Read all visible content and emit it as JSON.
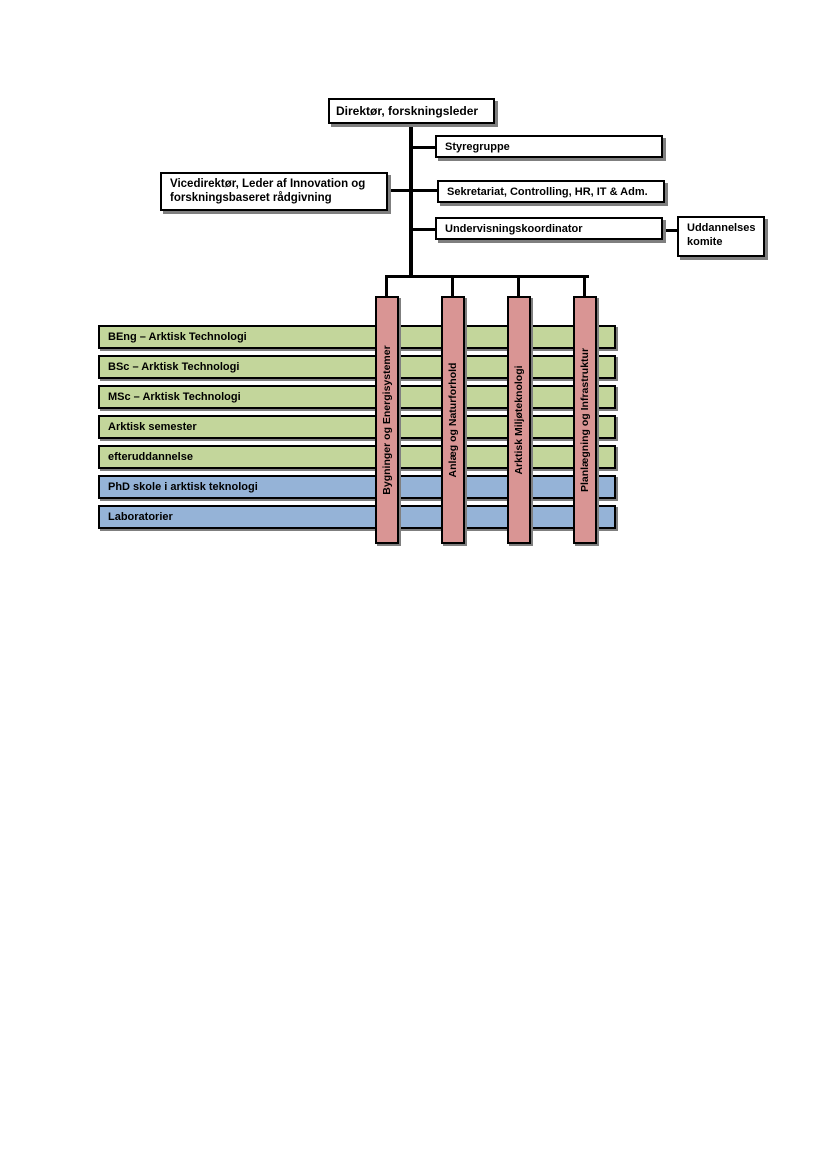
{
  "director": "Direktør, forskningsleder",
  "steering_group": "Styregruppe",
  "vice_director": "Vicedirektør,  Leder af Innovation og forskningsbaseret rådgivning",
  "secretariat": "Sekretariat, Controlling, HR, IT & Adm.",
  "teaching_coordinator": "Undervisningskoordinator",
  "education_committee": "Uddannelses komite",
  "programs": [
    {
      "label": "BEng – Arktisk Technologi",
      "color": "#c3d69b"
    },
    {
      "label": "BSc – Arktisk Technologi",
      "color": "#c3d69b"
    },
    {
      "label": "MSc – Arktisk Technologi",
      "color": "#c3d69b"
    },
    {
      "label": "Arktisk semester",
      "color": "#c3d69b"
    },
    {
      "label": "efteruddannelse",
      "color": "#c3d69b"
    },
    {
      "label": "PhD skole i arktisk teknologi",
      "color": "#95b3d7"
    },
    {
      "label": "Laboratorier",
      "color": "#95b3d7"
    }
  ],
  "research_areas": [
    "Bygninger og  Energisystemer",
    "Anlæg og Naturforhold",
    "Arktisk Miljøteknologi",
    "Planlægning og Infrastruktur"
  ],
  "colors": {
    "program_green": "#c3d69b",
    "program_blue": "#95b3d7",
    "research_red": "#d99594"
  }
}
